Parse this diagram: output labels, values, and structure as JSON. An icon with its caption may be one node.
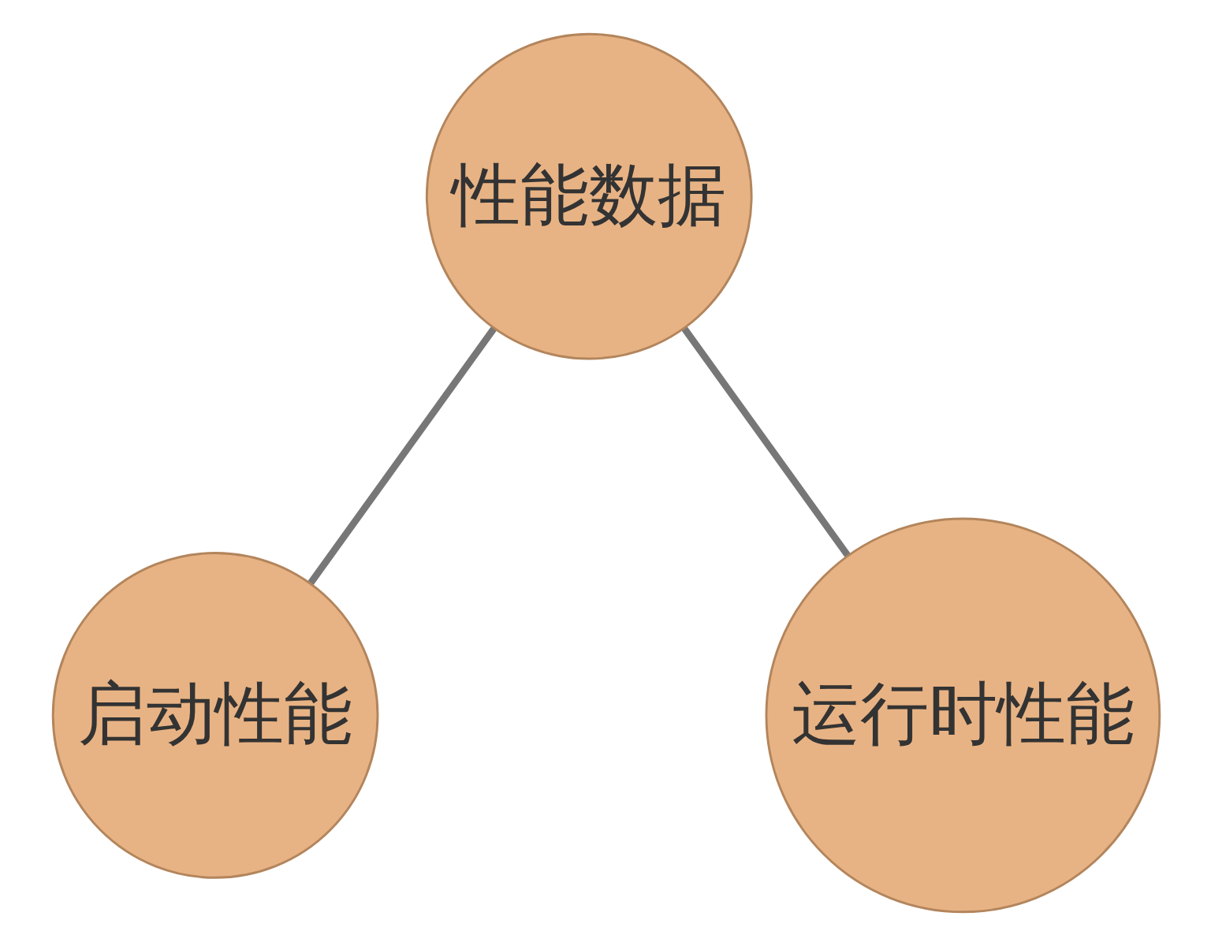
{
  "diagram": {
    "nodes": [
      {
        "text": [
          "性能数据"
        ]
      },
      {
        "text": [
          "启动性能"
        ]
      },
      {
        "text": [
          "运行时性能"
        ]
      }
    ],
    "edges": [
      {
        "from": 0,
        "to": 1,
        "arrow": "none"
      },
      {
        "from": 0,
        "to": 2,
        "arrow": "none"
      }
    ]
  }
}
